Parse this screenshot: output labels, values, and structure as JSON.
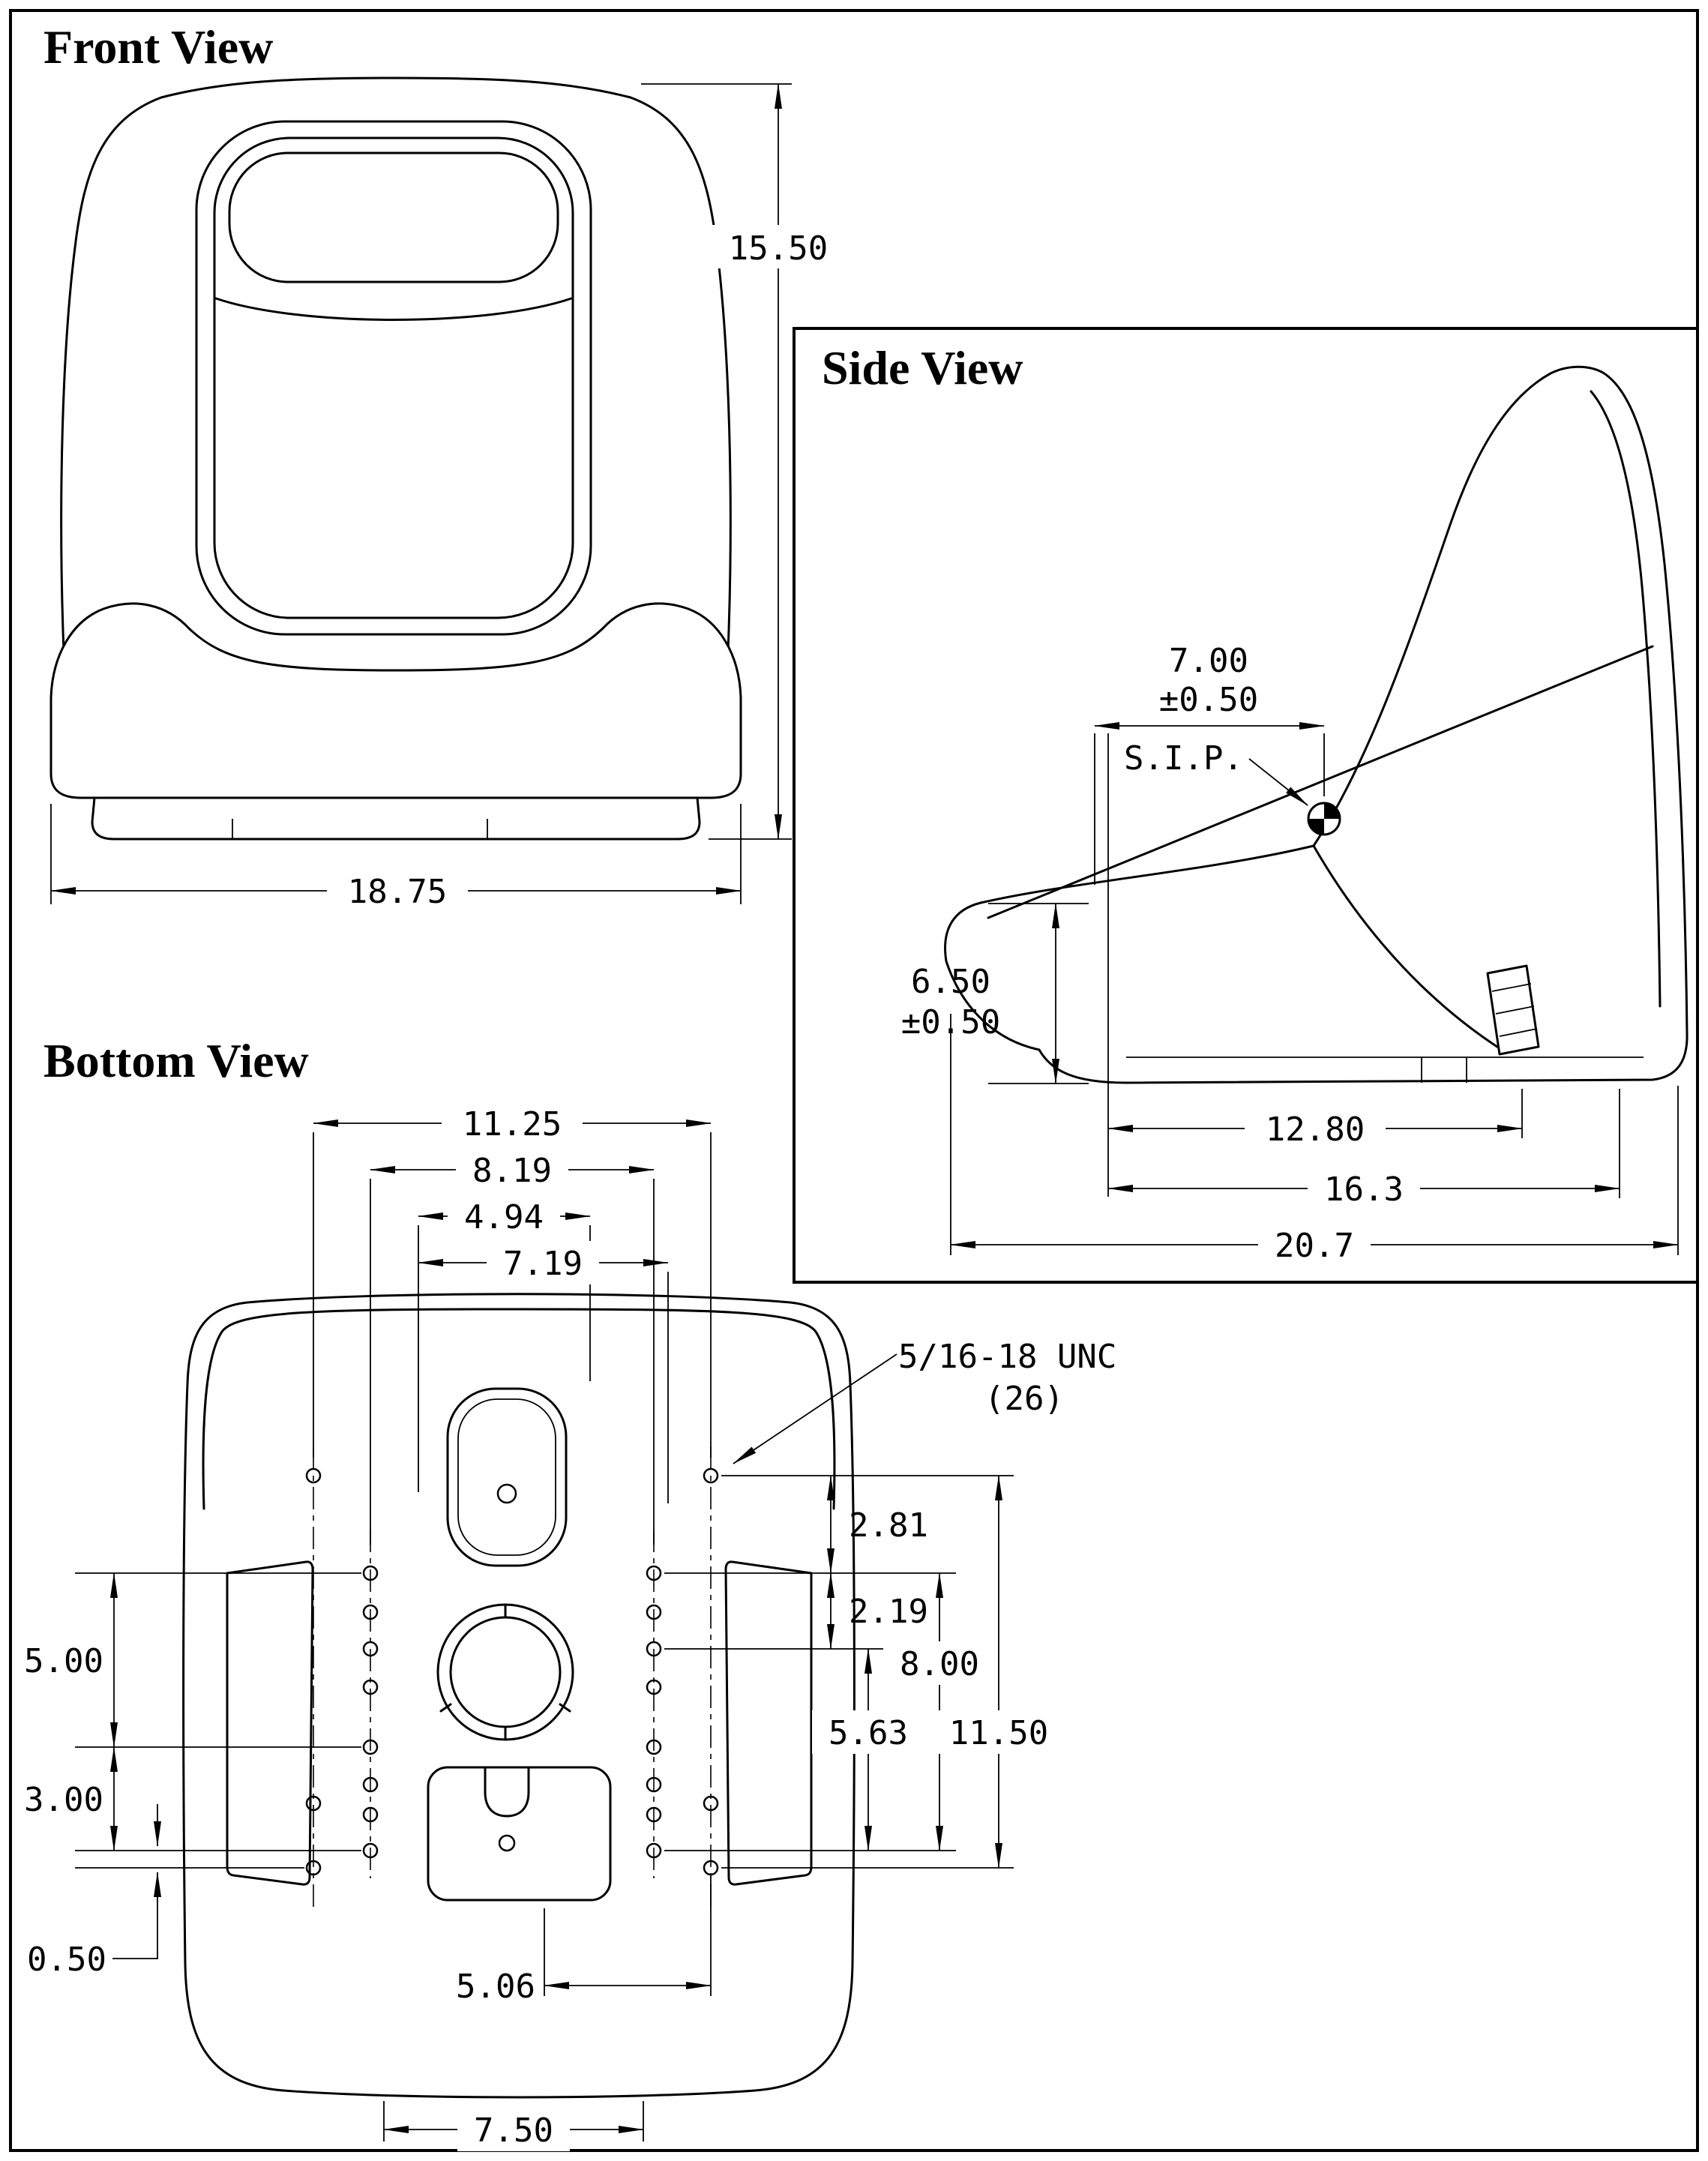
{
  "page": {
    "background": "#ffffff",
    "line_color": "#000000"
  },
  "front_view": {
    "title": "Front View",
    "dim_height": "15.50",
    "dim_width": "18.75"
  },
  "side_view": {
    "title": "Side View",
    "dim_sip_horizontal": "7.00",
    "dim_sip_horizontal_tol": "±0.50",
    "sip_label": "S.I.P.",
    "dim_cushion_height": "6.50",
    "dim_cushion_height_tol": "±0.50",
    "dim_depth_1": "12.80",
    "dim_depth_2": "16.3",
    "dim_depth_3": "20.7"
  },
  "bottom_view": {
    "title": "Bottom View",
    "thread_note": "5/16-18 UNC",
    "thread_qty": "(26)",
    "dim_top_1": "11.25",
    "dim_top_2": "8.19",
    "dim_top_3": "4.94",
    "dim_top_4": "7.19",
    "dim_right_1": "2.81",
    "dim_right_2": "2.19",
    "dim_right_3": "8.00",
    "dim_right_4": "5.63",
    "dim_right_5": "11.50",
    "dim_left_1": "5.00",
    "dim_left_2": "3.00",
    "dim_left_3": "0.50",
    "dim_bottom_1": "5.06",
    "dim_bottom_2": "7.50"
  }
}
